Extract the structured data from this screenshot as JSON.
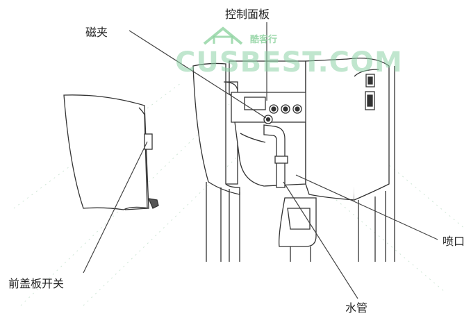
{
  "callouts": {
    "magnet": "磁夹",
    "control_panel": "控制面板",
    "front_cover_switch": "前盖板开关",
    "nozzle": "喷口",
    "water_pipe": "水管"
  },
  "watermark": {
    "logo_text": "酷客行",
    "text": "CUSBEST.COM",
    "color": "#8fd3a0"
  },
  "colors": {
    "line": "#333333",
    "leader": "#444444",
    "background": "#ffffff"
  }
}
